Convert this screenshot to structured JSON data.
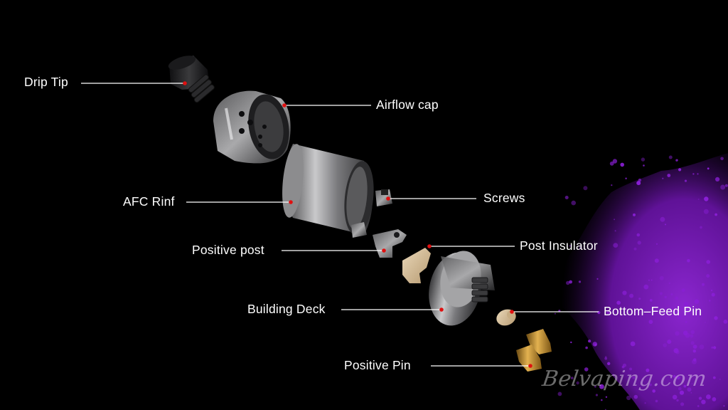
{
  "labels": {
    "drip_tip": "Drip Tip",
    "airflow_cap": "Airflow cap",
    "afc_ring": "AFC Rinf",
    "screws": "Screws",
    "positive_post": "Positive post",
    "post_insulator": "Post Insulator",
    "building_deck": "Building Deck",
    "bottom_feed_pin": "Bottom–Feed Pin",
    "positive_pin": "Positive Pin"
  },
  "watermark": "Belvaping.com",
  "colors": {
    "background": "#000000",
    "label_text": "#ffffff",
    "leader_line": "#ffffff",
    "marker_dot": "#e01010",
    "splash": "#8a1fd6"
  }
}
